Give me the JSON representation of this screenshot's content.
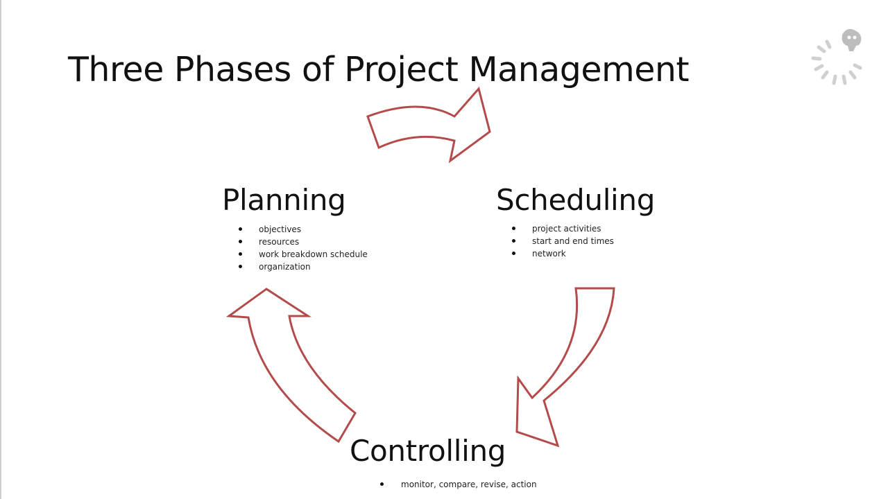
{
  "title": "Three Phases of Project Management",
  "phases": {
    "planning": {
      "label": "Planning",
      "items": [
        "objectives",
        "resources",
        "work breakdown schedule",
        "organization"
      ]
    },
    "scheduling": {
      "label": "Scheduling",
      "items": [
        "project activities",
        "start and end times",
        "network"
      ]
    },
    "controlling": {
      "label": "Controlling",
      "items": [
        "monitor, compare, revise, action"
      ]
    }
  },
  "colors": {
    "arrow_stroke": "#b54a4a",
    "background": "#ffffff",
    "text": "#111111"
  },
  "icons": {
    "logo": "spinner-logo-icon"
  }
}
